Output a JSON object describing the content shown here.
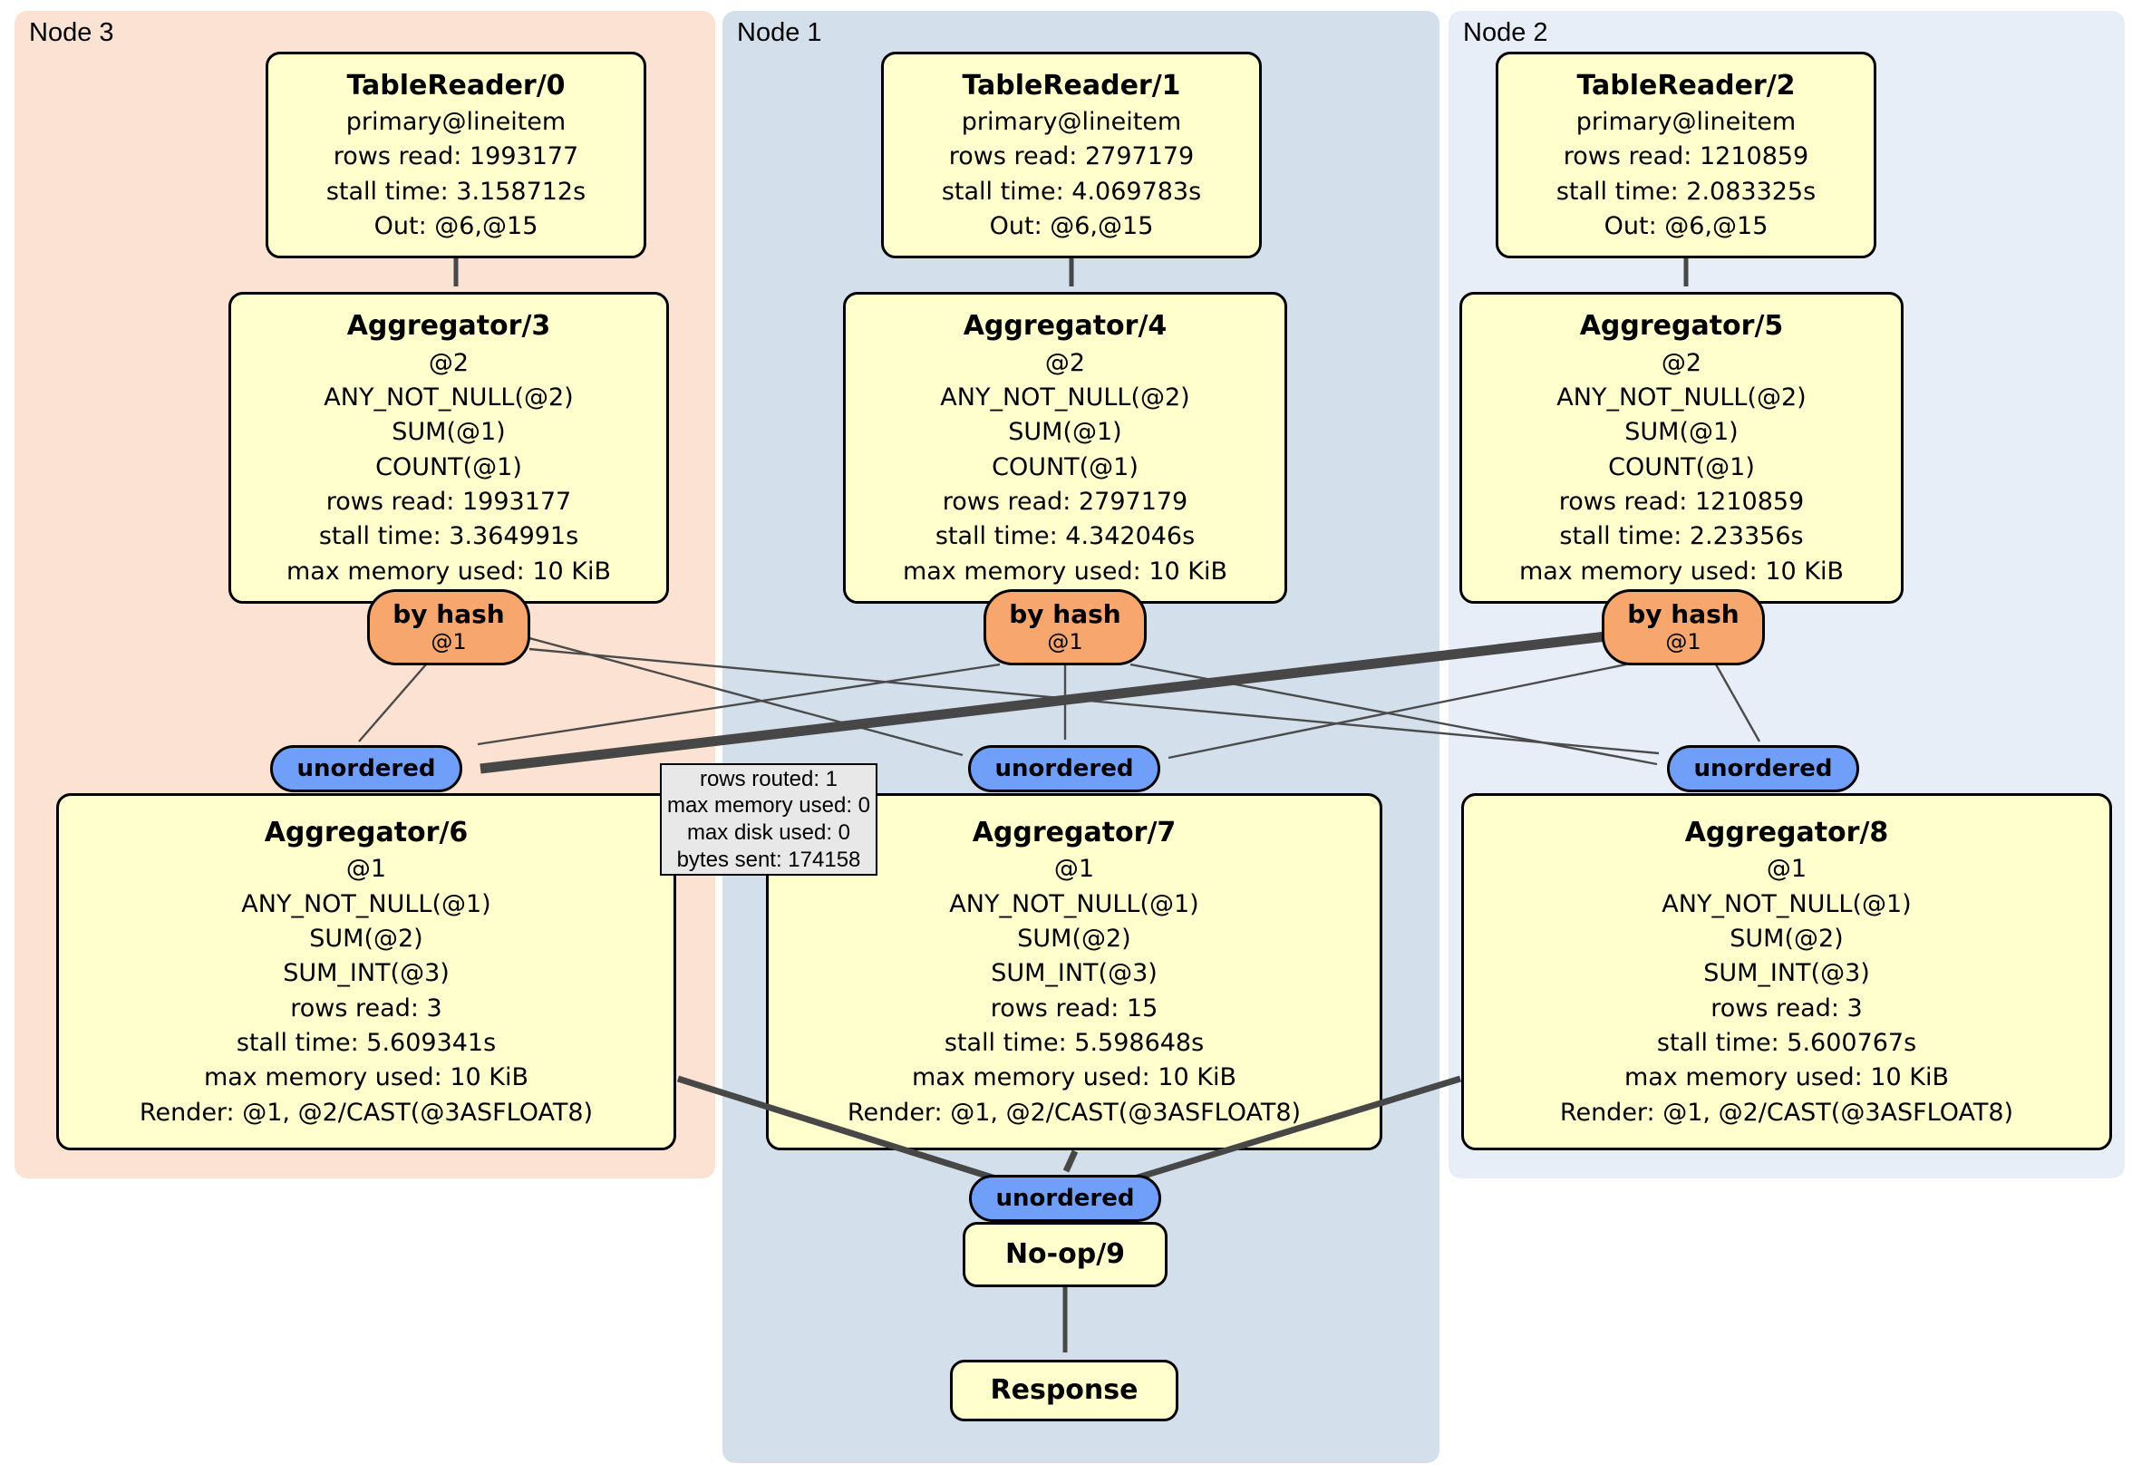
{
  "panels": [
    {
      "id": "node3",
      "label": "Node 3",
      "color": "#fce2d2"
    },
    {
      "id": "node1",
      "label": "Node 1",
      "color": "#d3e0ec"
    },
    {
      "id": "node2",
      "label": "Node 2",
      "color": "#e8eef8"
    }
  ],
  "processors": {
    "tr0": {
      "title": "TableReader/0",
      "lines": [
        "primary@lineitem",
        "rows read: 1993177",
        "stall time: 3.158712s",
        "Out: @6,@15"
      ]
    },
    "tr1": {
      "title": "TableReader/1",
      "lines": [
        "primary@lineitem",
        "rows read: 2797179",
        "stall time: 4.069783s",
        "Out: @6,@15"
      ]
    },
    "tr2": {
      "title": "TableReader/2",
      "lines": [
        "primary@lineitem",
        "rows read: 1210859",
        "stall time: 2.083325s",
        "Out: @6,@15"
      ]
    },
    "agg3": {
      "title": "Aggregator/3",
      "lines": [
        "@2",
        "ANY_NOT_NULL(@2)",
        "SUM(@1)",
        "COUNT(@1)",
        "rows read: 1993177",
        "stall time: 3.364991s",
        "max memory used: 10 KiB"
      ]
    },
    "agg4": {
      "title": "Aggregator/4",
      "lines": [
        "@2",
        "ANY_NOT_NULL(@2)",
        "SUM(@1)",
        "COUNT(@1)",
        "rows read: 2797179",
        "stall time: 4.342046s",
        "max memory used: 10 KiB"
      ]
    },
    "agg5": {
      "title": "Aggregator/5",
      "lines": [
        "@2",
        "ANY_NOT_NULL(@2)",
        "SUM(@1)",
        "COUNT(@1)",
        "rows read: 1210859",
        "stall time: 2.23356s",
        "max memory used: 10 KiB"
      ]
    },
    "agg6": {
      "title": "Aggregator/6",
      "lines": [
        "@1",
        "ANY_NOT_NULL(@1)",
        "SUM(@2)",
        "SUM_INT(@3)",
        "rows read: 3",
        "stall time: 5.609341s",
        "max memory used: 10 KiB",
        "Render: @1, @2/CAST(@3ASFLOAT8)"
      ]
    },
    "agg7": {
      "title": "Aggregator/7",
      "lines": [
        "@1",
        "ANY_NOT_NULL(@1)",
        "SUM(@2)",
        "SUM_INT(@3)",
        "rows read: 15",
        "stall time: 5.598648s",
        "max memory used: 10 KiB",
        "Render: @1, @2/CAST(@3ASFLOAT8)"
      ]
    },
    "agg8": {
      "title": "Aggregator/8",
      "lines": [
        "@1",
        "ANY_NOT_NULL(@1)",
        "SUM(@2)",
        "SUM_INT(@3)",
        "rows read: 3",
        "stall time: 5.600767s",
        "max memory used: 10 KiB",
        "Render: @1, @2/CAST(@3ASFLOAT8)"
      ]
    },
    "noop": {
      "title": "No-op/9",
      "lines": []
    },
    "response": {
      "title": "Response",
      "lines": []
    }
  },
  "router": {
    "label": "by hash",
    "key": "@1"
  },
  "sync": {
    "label": "unordered"
  },
  "tooltip": {
    "lines": [
      "rows routed: 1",
      "max memory used: 0",
      "max disk used: 0",
      "bytes sent: 174158"
    ]
  }
}
